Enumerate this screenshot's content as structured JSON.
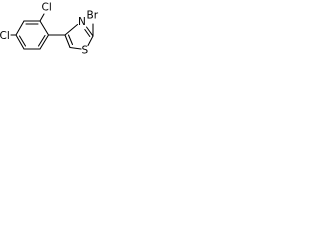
{
  "structure": {
    "atoms": {
      "cl_top": "Cl",
      "cl_left": "Cl",
      "br": "Br",
      "n": "N",
      "s": "S"
    }
  }
}
